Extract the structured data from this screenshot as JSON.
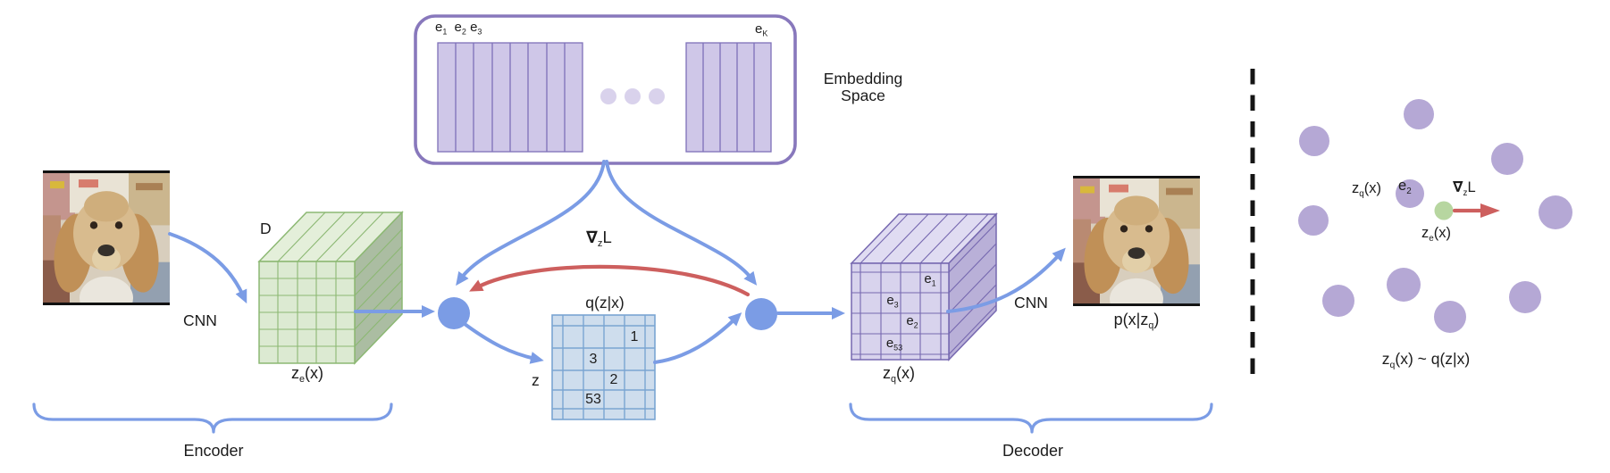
{
  "colors": {
    "ink": "#1c1c1c",
    "blue": "#7b9ce5",
    "red": "#cd5f5e",
    "emb_border": "#8878bc",
    "emb_fill": "#cfc7e8",
    "emb_stroke": "#7e71b8",
    "emb_dot": "#d9d2ec",
    "g_front": "#dcead2",
    "g_top": "#e4efda",
    "g_side": "#abbda2",
    "g_line": "#8cb873",
    "p_front": "#d8d3ed",
    "p_top": "#e0dcf2",
    "p_side": "#b9b0d8",
    "p_line": "#7668b0",
    "q_fill": "#cedded",
    "q_line": "#7aa5d2",
    "panel_dot": "#b5a8d5",
    "green_dot": "#b7d6a0"
  },
  "embedding_space": {
    "title_line1": "Embedding",
    "title_line2": "Space",
    "e1_base": "e",
    "e1_sub": "1",
    "e2_base": "e",
    "e2_sub": "2",
    "e3_base": "e",
    "e3_sub": "3",
    "ek_base": "e",
    "ek_sub": "K",
    "left_column_count": 8,
    "right_column_count": 5
  },
  "encoder": {
    "cnn": "CNN",
    "depth": "D",
    "ze_base": "z",
    "ze_sub": "e",
    "ze_rest": "(x)",
    "brace": "Encoder"
  },
  "posterior": {
    "title": "q(z|x)",
    "axis": "z",
    "cells": [
      "1",
      "3",
      "2",
      "53"
    ]
  },
  "gradient": {
    "nabla": "∇",
    "sub": "z",
    "rest": "L"
  },
  "quantized": {
    "e1_base": "e",
    "e1_sub": "1",
    "e3_base": "e",
    "e3_sub": "3",
    "e2_base": "e",
    "e2_sub": "2",
    "e53_base": "e",
    "e53_sub": "53",
    "zq_base": "z",
    "zq_sub": "q",
    "zq_rest": "(x)"
  },
  "decoder": {
    "cnn": "CNN",
    "px_base": "p(x|z",
    "px_sub": "q",
    "px_rest": ")",
    "brace": "Decoder"
  },
  "right_panel": {
    "zq_base": "z",
    "zq_sub": "q",
    "zq_rest": "(x)",
    "e2_base": "e",
    "e2_sub": "2",
    "grad_nabla": "∇",
    "grad_sub": "z",
    "grad_rest": "L",
    "ze_base": "z",
    "ze_sub": "e",
    "ze_rest": "(x)",
    "caption_base": "z",
    "caption_sub": "q",
    "caption_rest": "(x) ~ q(z|x)",
    "dots": [
      [
        1588,
        128,
        17
      ],
      [
        1471,
        158,
        17
      ],
      [
        1687,
        178,
        18
      ],
      [
        1578,
        217,
        16
      ],
      [
        1741,
        238,
        19
      ],
      [
        1470,
        247,
        17
      ],
      [
        1571,
        319,
        19
      ],
      [
        1498,
        337,
        18
      ],
      [
        1623,
        355,
        18
      ],
      [
        1707,
        333,
        18
      ]
    ],
    "green_dot": [
      1616,
      236,
      10.5
    ]
  }
}
